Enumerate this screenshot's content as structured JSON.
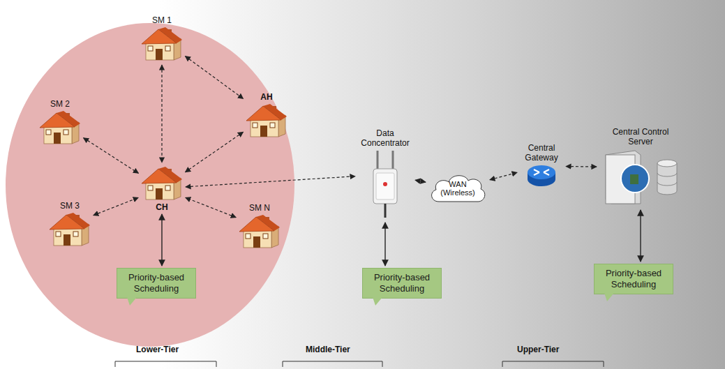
{
  "diagram": {
    "nodes": [
      {
        "text": [
          "SM 1"
        ]
      },
      {
        "text": [
          "SM 2"
        ]
      },
      {
        "text": [
          "AH"
        ]
      },
      {
        "text": [
          "CH"
        ]
      },
      {
        "text": [
          "SM 3"
        ]
      },
      {
        "text": [
          "SM N"
        ]
      },
      {
        "text": [
          "Data Concentrator"
        ]
      },
      {
        "text": [
          "WAN (Wireless)"
        ]
      },
      {
        "text": [
          "Central Gateway"
        ]
      },
      {
        "text": [
          "Central Control Server"
        ]
      },
      {
        "text": [
          "Priority-based Scheduling"
        ]
      },
      {
        "text": [
          "Priority-based Scheduling"
        ]
      },
      {
        "text": [
          "Priority-based Scheduling"
        ]
      }
    ],
    "edges": [
      {
        "from": 0,
        "to": 3,
        "arrow": "both"
      },
      {
        "from": 0,
        "to": 2,
        "arrow": "both"
      },
      {
        "from": 1,
        "to": 3,
        "arrow": "both"
      },
      {
        "from": 2,
        "to": 3,
        "arrow": "both"
      },
      {
        "from": 4,
        "to": 3,
        "arrow": "both"
      },
      {
        "from": 5,
        "to": 3,
        "arrow": "both"
      },
      {
        "from": 3,
        "to": 6,
        "arrow": "both"
      },
      {
        "from": 6,
        "to": 7,
        "arrow": "both"
      },
      {
        "from": 7,
        "to": 8,
        "arrow": "both"
      },
      {
        "from": 8,
        "to": 9,
        "arrow": "both"
      },
      {
        "from": 3,
        "to": 10,
        "arrow": "both"
      },
      {
        "from": 6,
        "to": 11,
        "arrow": "both"
      },
      {
        "from": 9,
        "to": 12,
        "arrow": "both"
      }
    ],
    "labels": [
      "Lower-Tier",
      "Middle-Tier",
      "Upper-Tier"
    ]
  }
}
